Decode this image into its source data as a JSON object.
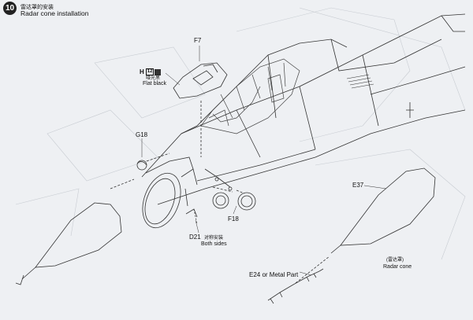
{
  "step": {
    "number": "10",
    "title_cn": "雷达罩的安装",
    "title_en": "Radar cone installation"
  },
  "callouts": {
    "f7": "F7",
    "h_color": {
      "letter": "H",
      "code": "12",
      "label_cn": "哑光黑",
      "label_en": "Flat black"
    },
    "g18": "G18",
    "f18": "F18",
    "d21": {
      "code": "D21",
      "label_cn": "对称安装",
      "label_en": "Both sides"
    },
    "e37": "E37",
    "radar_cone": {
      "label_cn": "(雷达罩)",
      "label_en": "Radar cone"
    },
    "e24": "E24 or Metal Part"
  }
}
